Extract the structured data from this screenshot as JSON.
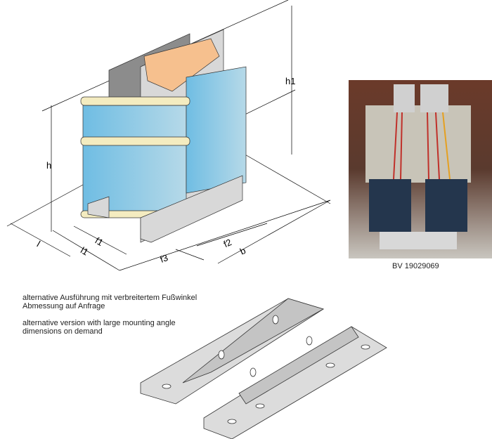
{
  "drawing": {
    "dimension_labels": {
      "h1": "h1",
      "h": "h",
      "l": "l",
      "f1": "f1",
      "l1": "l1",
      "f2": "f2",
      "b": "b",
      "f3": "f3"
    },
    "colors": {
      "coil": "#7fc4e4",
      "coil_flange": "#f4ecc0",
      "terminal": "#f6c08e",
      "core": "#8a8a8a",
      "bracket": "#d4d4d4"
    }
  },
  "photo": {
    "caption": "BV 19029069"
  },
  "notes": {
    "de_line1": "alternative Ausführung mit verbreitertem Fußwinkel",
    "de_line2": "Abmessung auf Anfrage",
    "en_line1": "alternative version with large mounting angle",
    "en_line2": "dimensions on demand"
  }
}
